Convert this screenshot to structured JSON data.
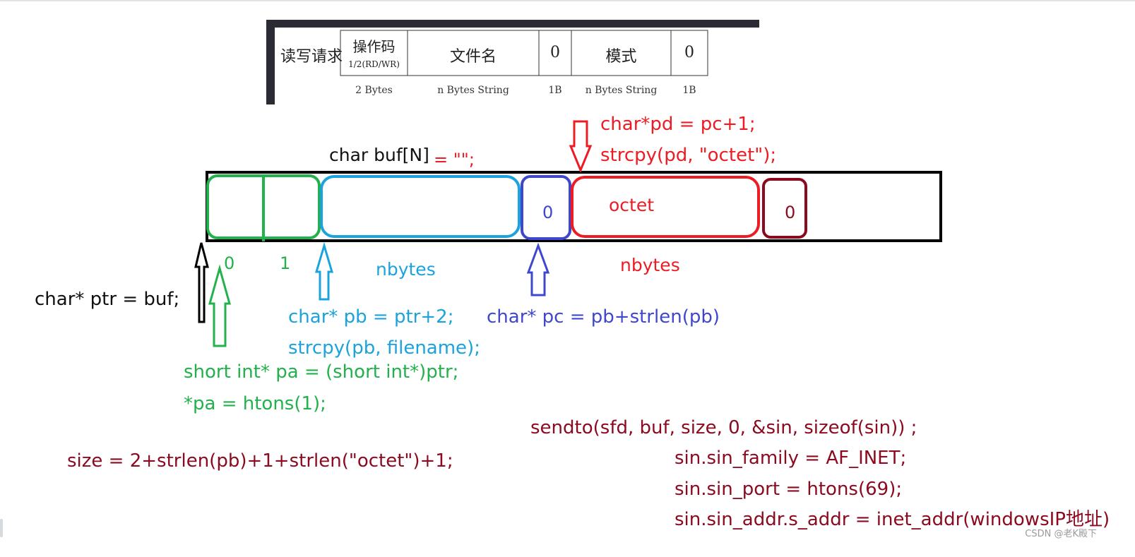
{
  "packet_header": {
    "request_label": "读写请求",
    "cells": [
      {
        "label": "操作码",
        "sub": "1/2(RD/WR)",
        "size": "2 Bytes"
      },
      {
        "label": "文件名",
        "size": "n Bytes String"
      },
      {
        "label": "0",
        "size": "1B"
      },
      {
        "label": "模式",
        "size": "n Bytes String"
      },
      {
        "label": "0",
        "size": "1B"
      }
    ]
  },
  "buffer": {
    "decl": "char buf[N]",
    "init": "= \"\";",
    "opcode_index_0": "0",
    "opcode_index_1": "1",
    "filename_size": "nbytes",
    "terminator_1": "0",
    "mode_value": "octet",
    "mode_size": "nbytes",
    "terminator_2": "0"
  },
  "annotations": {
    "ptr": "char* ptr = buf;",
    "pa_line1": "short int* pa = (short int*)ptr;",
    "pa_line2": "*pa = htons(1);",
    "pb_line1": "char* pb = ptr+2;",
    "pb_line2": "strcpy(pb, filename);",
    "pc_line1": "char* pc = pb+strlen(pb)",
    "pd_line1": "char*pd = pc+1;",
    "pd_line2": "strcpy(pd, \"octet\");",
    "size_line": "size =  2+strlen(pb)+1+strlen(\"octet\")+1;",
    "sendto_line": "sendto(sfd, buf, size, 0, &sin, sizeof(sin)) ;",
    "sin_family": "sin.sin_family = AF_INET;",
    "sin_port": "sin.sin_port = htons(69);",
    "sin_addr": "sin.sin_addr.s_addr = inet_addr(windowsIP地址)"
  },
  "watermark": "CSDN @老K殿下",
  "colors": {
    "green": "#22b14c",
    "cyan": "#1aa3dc",
    "blue": "#3f48cc",
    "red": "#ed1c24",
    "maroon": "#8b0a1f",
    "black": "#111111"
  }
}
